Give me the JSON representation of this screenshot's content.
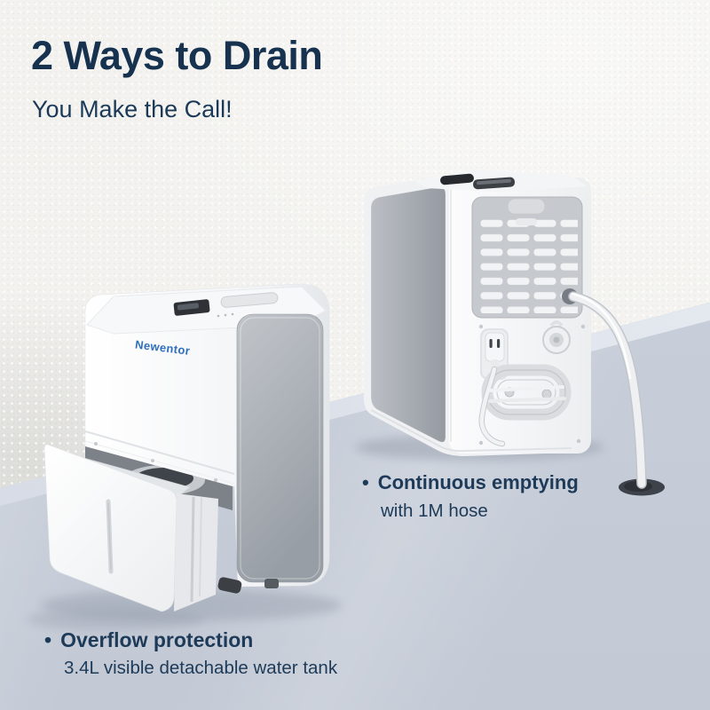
{
  "header": {
    "title": "2 Ways to Drain",
    "subtitle": "You Make the Call!"
  },
  "product": {
    "brand": "Newentor"
  },
  "features": {
    "overflow": {
      "bullet": "•",
      "title": "Overflow protection",
      "description": "3.4L visible detachable water tank"
    },
    "continuous": {
      "bullet": "•",
      "title": "Continuous emptying",
      "description": "with 1M hose"
    }
  },
  "colors": {
    "heading_text": "#16324f",
    "body_text": "#1d3a58",
    "brand_blue": "#2f6fbd",
    "wall": "#f3f2ef",
    "floor": "#c9cfda",
    "product_white": "#fbfbfc",
    "panel_gray": "#a2a7ae"
  }
}
